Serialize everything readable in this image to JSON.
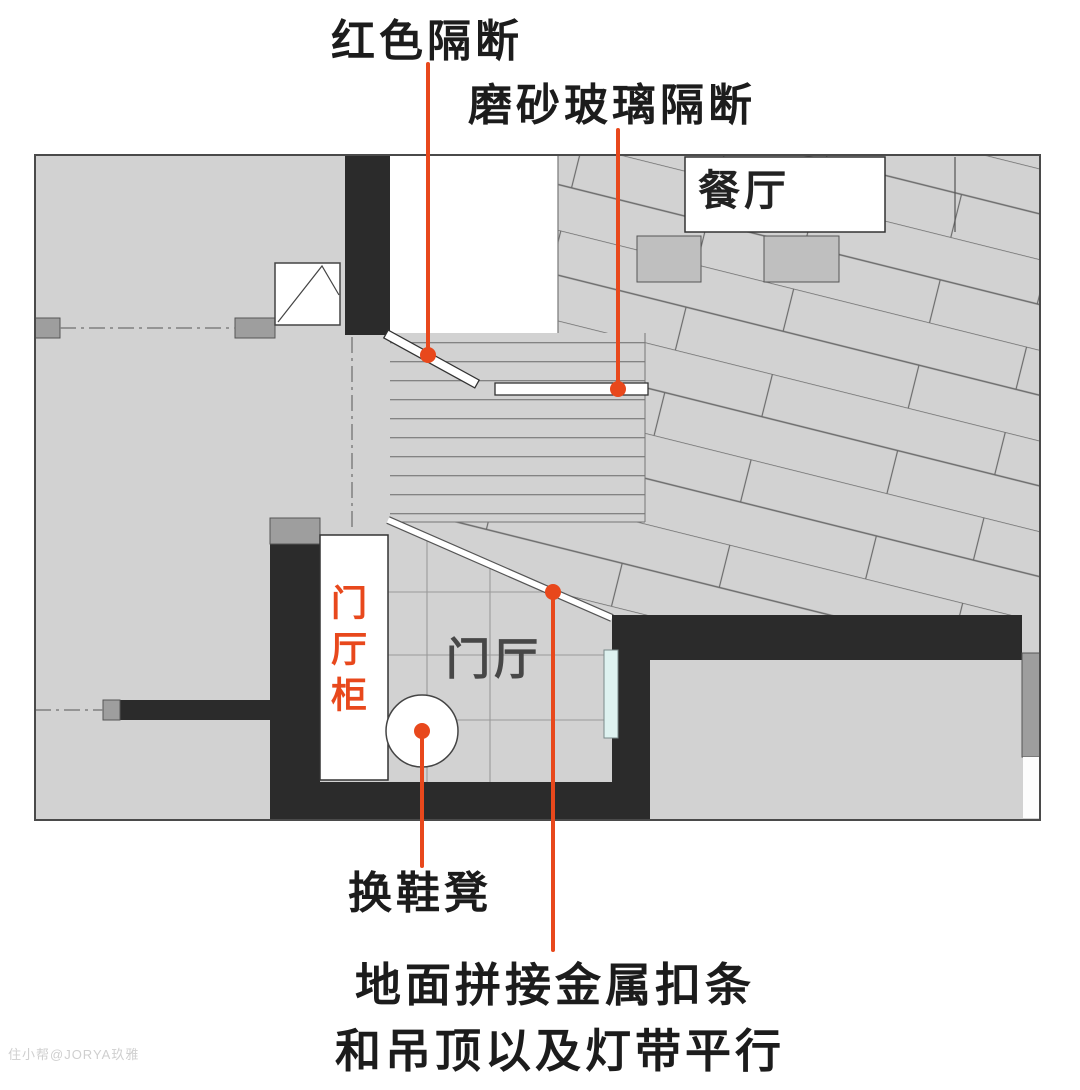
{
  "annotations": {
    "red_partition": "红色隔断",
    "frosted_glass_partition": "磨砂玻璃隔断",
    "shoe_stool": "换鞋凳",
    "metal_strip_line1": "地面拼接金属扣条",
    "metal_strip_line2": "和吊顶以及灯带平行"
  },
  "rooms": {
    "dining": "餐厅",
    "foyer": "门厅",
    "foyer_cabinet": "门厅柜"
  },
  "watermark": "住小帮@JORYA玖雅",
  "colors": {
    "accent": "#e8481c",
    "wall": "#2b2b2b",
    "floor_gray": "#d2d2d2",
    "block_gray": "#9e9e9e"
  }
}
